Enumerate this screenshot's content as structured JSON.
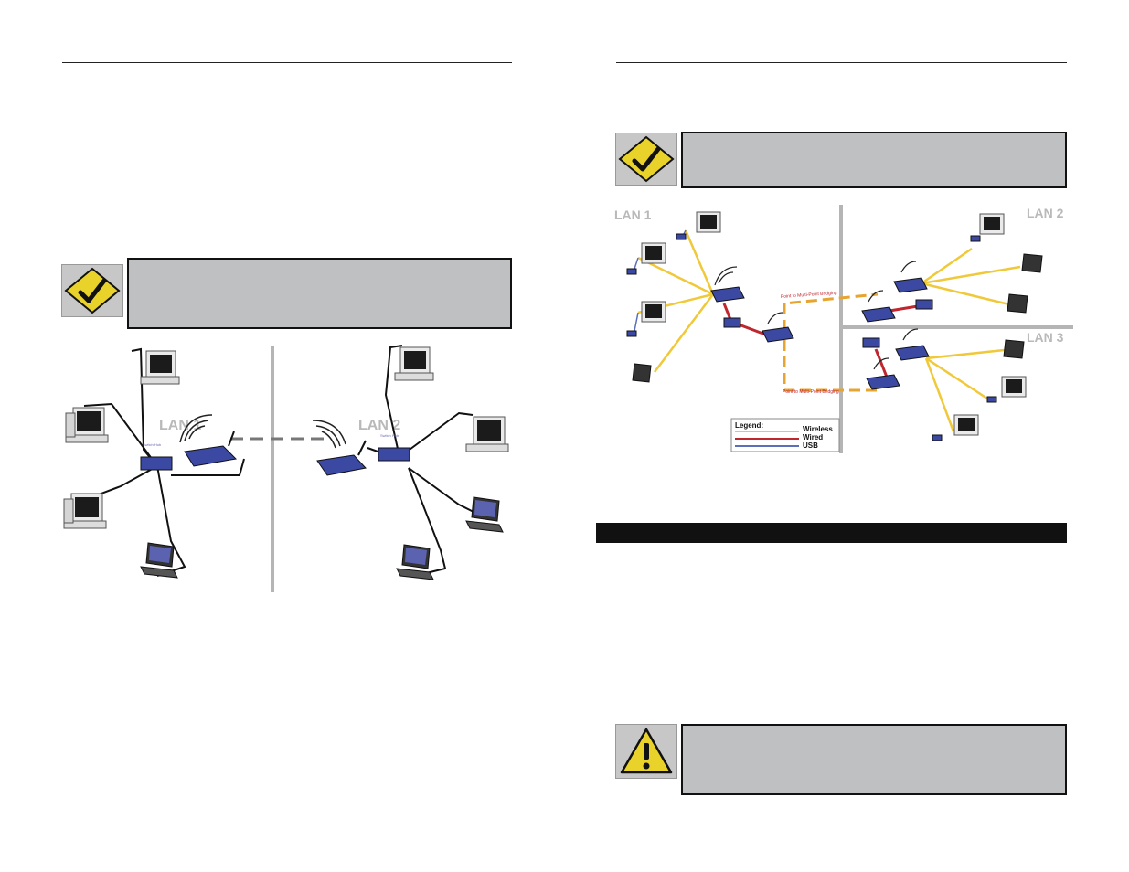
{
  "left_page": {
    "diagram": {
      "lan1_label": "LAN 1",
      "lan2_label": "LAN 2"
    }
  },
  "right_page": {
    "diagram": {
      "lan1_label": "LAN 1",
      "lan2_label": "LAN 2",
      "lan3_label": "LAN 3",
      "link_label_top": "Point to Multi-Point Bridging",
      "link_label_bottom": "Point to Multi-Point Bridging",
      "legend": {
        "title": "Legend:",
        "items": [
          {
            "label": "Wireless",
            "color": "#f0c93a"
          },
          {
            "label": "Wired",
            "color": "#c0262d"
          },
          {
            "label": "USB",
            "color": "#5c6fb8"
          }
        ]
      }
    }
  },
  "icons": {
    "note": "checkmark-icon",
    "warning": "exclamation-icon"
  },
  "colors": {
    "note_box": "#bfc0c2",
    "device_blue": "#3b49a3",
    "wireless": "#f0c93a",
    "wired": "#c0262d",
    "bridge_link": "#e6a531"
  }
}
